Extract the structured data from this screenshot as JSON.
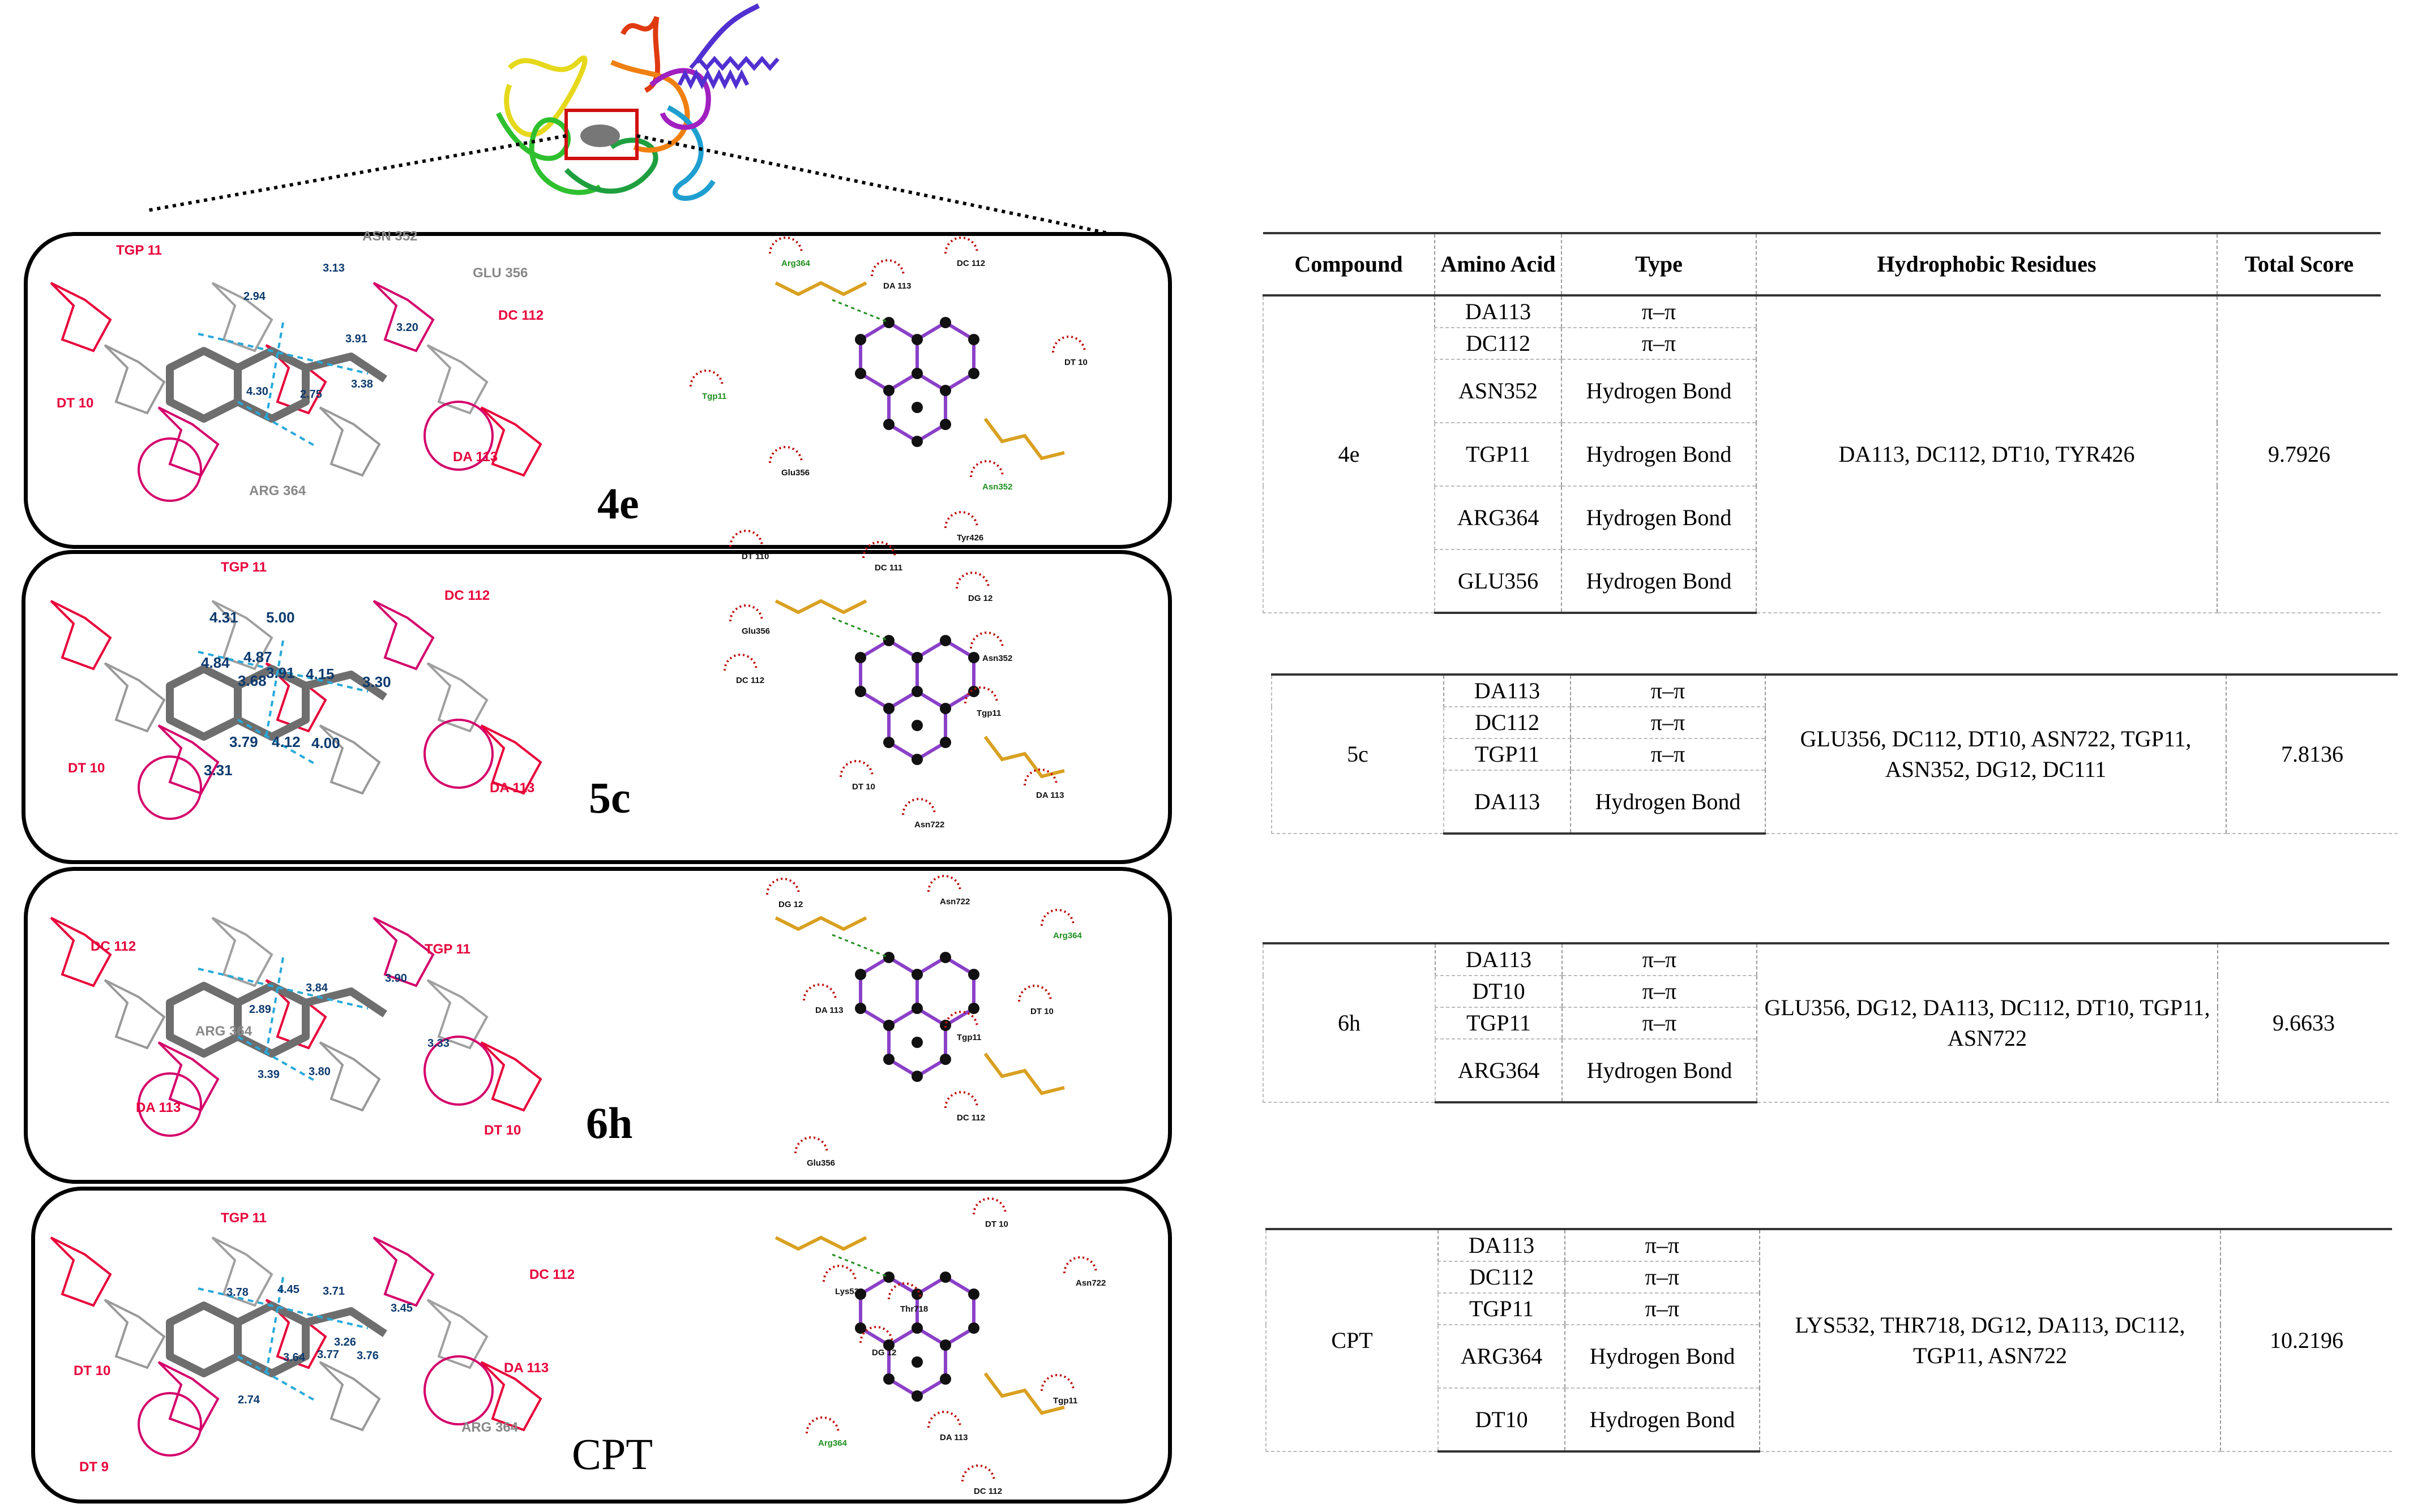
{
  "table": {
    "headers": [
      "Compound",
      "Amino Acid",
      "Type",
      "Hydrophobic Residues",
      "Total Score"
    ],
    "rows": [
      {
        "compound": "4e",
        "interactions": [
          {
            "amino_acid": "DA113",
            "type": "π–π"
          },
          {
            "amino_acid": "DC112",
            "type": "π–π"
          },
          {
            "amino_acid": "ASN352",
            "type": "Hydrogen Bond"
          },
          {
            "amino_acid": "TGP11",
            "type": "Hydrogen Bond"
          },
          {
            "amino_acid": "ARG364",
            "type": "Hydrogen Bond"
          },
          {
            "amino_acid": "GLU356",
            "type": "Hydrogen Bond"
          }
        ],
        "hydrophobic": "DA113, DC112, DT10, TYR426",
        "score": "9.7926"
      },
      {
        "compound": "5c",
        "interactions": [
          {
            "amino_acid": "DA113",
            "type": "π–π"
          },
          {
            "amino_acid": "DC112",
            "type": "π–π"
          },
          {
            "amino_acid": "TGP11",
            "type": "π–π"
          },
          {
            "amino_acid": "DA113",
            "type": "Hydrogen Bond"
          }
        ],
        "hydrophobic": "GLU356, DC112, DT10, ASN722, TGP11, ASN352, DG12, DC111",
        "score": "7.8136"
      },
      {
        "compound": "6h",
        "interactions": [
          {
            "amino_acid": "DA113",
            "type": "π–π"
          },
          {
            "amino_acid": "DT10",
            "type": "π–π"
          },
          {
            "amino_acid": "TGP11",
            "type": "π–π"
          },
          {
            "amino_acid": "ARG364",
            "type": "Hydrogen Bond"
          }
        ],
        "hydrophobic": "GLU356, DG12, DA113, DC112, DT10, TGP11, ASN722",
        "score": "9.6633"
      },
      {
        "compound": "CPT",
        "interactions": [
          {
            "amino_acid": "DA113",
            "type": "π–π"
          },
          {
            "amino_acid": "DC112",
            "type": "π–π"
          },
          {
            "amino_acid": "TGP11",
            "type": "π–π"
          },
          {
            "amino_acid": "ARG364",
            "type": "Hydrogen Bond"
          },
          {
            "amino_acid": "DT10",
            "type": "Hydrogen Bond"
          }
        ],
        "hydrophobic": "LYS532, THR718, DG12, DA113, DC112, TGP11, ASN722",
        "score": "10.2196"
      }
    ]
  },
  "panels": [
    {
      "label": "4e",
      "residue_labels": [
        "TGP 11",
        "ASN 352",
        "GLU 356",
        "DC 112",
        "DT 10",
        "DA 113",
        "ARG 364"
      ],
      "distances": [
        "2.94",
        "3.13",
        "3.20",
        "3.91",
        "3.38",
        "4.30",
        "2.75"
      ],
      "ligplot_labels": [
        "Arg364",
        "DA 113",
        "DC 112",
        "DT 10",
        "Tgp11",
        "Glu356",
        "Asn352",
        "Tyr426"
      ]
    },
    {
      "label": "5c",
      "residue_labels": [
        "TGP 11",
        "DC 112",
        "DT 10",
        "DA 113"
      ],
      "distances": [
        "4.31",
        "5.00",
        "4.84",
        "4.87",
        "3.68",
        "3.91",
        "4.15",
        "3.30",
        "3.79",
        "4.12",
        "4.00",
        "3.31"
      ],
      "ligplot_labels": [
        "DT 110",
        "DC 111",
        "DG 12",
        "Glu356",
        "DC 112",
        "Asn352",
        "Tgp11",
        "DT 10",
        "Asn722",
        "DA 113"
      ]
    },
    {
      "label": "6h",
      "residue_labels": [
        "DC 112",
        "TGP 11",
        "ARG 364",
        "DA 113",
        "DT 10"
      ],
      "distances": [
        "3.84",
        "3.90",
        "2.89",
        "3.33",
        "3.39",
        "3.80"
      ],
      "ligplot_labels": [
        "DG 12",
        "Asn722",
        "Arg364",
        "DA 113",
        "DT 10",
        "Tgp11",
        "DC 112",
        "Glu356"
      ]
    },
    {
      "label": "CPT",
      "residue_labels": [
        "TGP 11",
        "DC 112",
        "DT 10",
        "DA 113",
        "ARG 364",
        "DT 9"
      ],
      "distances": [
        "3.78",
        "4.45",
        "3.71",
        "3.45",
        "3.26",
        "3.64",
        "3.77",
        "3.76",
        "2.74"
      ],
      "ligplot_labels": [
        "DT 10",
        "Lys532",
        "Thr718",
        "Asn722",
        "DG 12",
        "Tgp11",
        "Arg364",
        "DA 113",
        "DC 112"
      ]
    }
  ],
  "colors": {
    "residue_label": "#e8003a",
    "distance_label": "#0d3a6e",
    "hbond_dash": "#27a9d9",
    "ligand_carbon": "#6e6e6e",
    "ligplot_bond": "#8a40c8",
    "ligplot_residue": "#d9a020",
    "hydrophobic_arc": "#c01010",
    "ligplot_text_green": "#1f8f1f"
  }
}
